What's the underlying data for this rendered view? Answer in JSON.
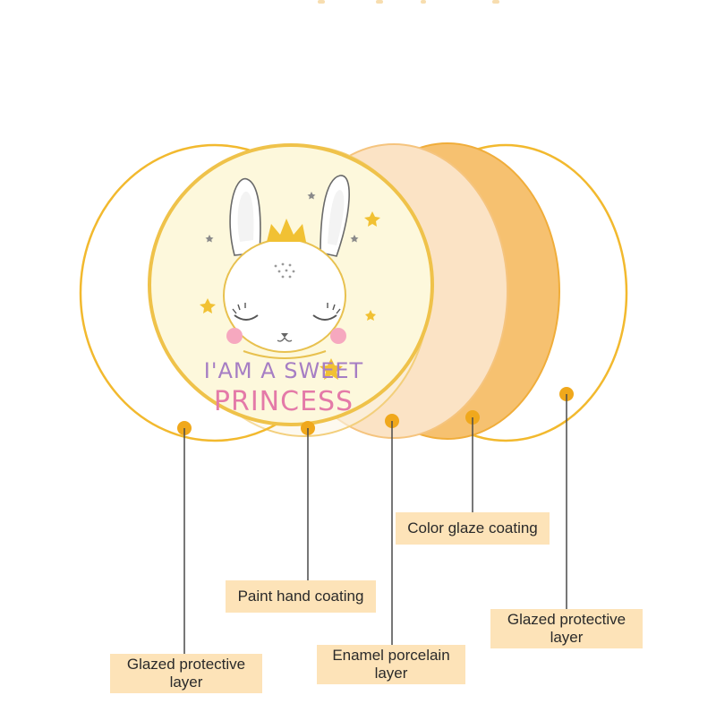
{
  "layers": [
    {
      "id": "layer-1",
      "label": "Glazed protective layer"
    },
    {
      "id": "layer-2",
      "label": "Paint hand coating"
    },
    {
      "id": "layer-3",
      "label": "Enamel porcelain layer"
    },
    {
      "id": "layer-4",
      "label": "Color glaze coating"
    },
    {
      "id": "layer-5",
      "label": "Glazed protective layer"
    }
  ],
  "plate": {
    "line1": "I'AM A SWEET",
    "line2": "PRINCESS"
  },
  "colors": {
    "accent_orange": "#f0a81c",
    "label_bg": "#fde3b8",
    "ring": "#f2b92e"
  }
}
